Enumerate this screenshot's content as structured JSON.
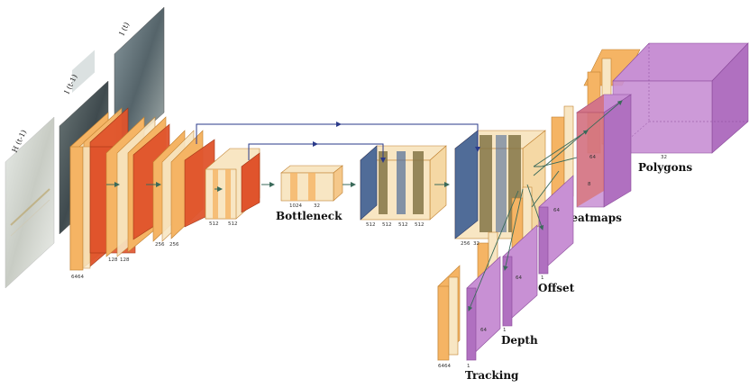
{
  "inputs": {
    "h_prev": "H (t-1)",
    "i_prev": "I (t-1)",
    "i_curr": "I (t)"
  },
  "blocks": {
    "bottleneck": "Bottleneck",
    "polygons": "Polygons",
    "heatmaps": "Heatmaps",
    "offset": "Offset",
    "depth": "Depth",
    "tracking": "Tracking"
  },
  "dims": {
    "d64": "6464",
    "d128a": "128",
    "d128b": "128",
    "d256a": "256",
    "d256b": "256",
    "d512a": "512",
    "d512b": "512",
    "d1024": "1024",
    "d32a": "32",
    "dec512a": "512",
    "dec512b": "512",
    "dec512c": "512",
    "dec512d": "512",
    "d256c": "256",
    "d32b": "32",
    "d32poly": "32",
    "d8": "8",
    "d64heat": "64",
    "d64off": "64",
    "d1off": "1",
    "d64depth": "64",
    "d1depth": "1",
    "d6464track": "6464",
    "d1track": "1"
  },
  "colors": {
    "cream": "#f8e6c3",
    "orange": "#f5b464",
    "red": "#e0542c",
    "blue": "#506c98",
    "olive": "#847446",
    "purple": "#b070c0",
    "arrow": "#2a3a8a"
  }
}
